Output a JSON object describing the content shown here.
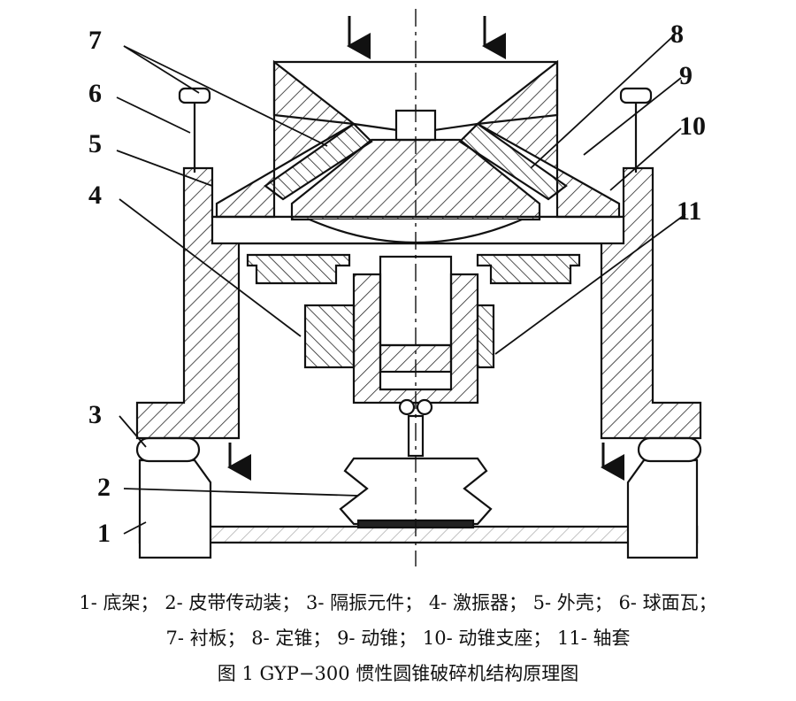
{
  "labels": {
    "n1": "1",
    "n2": "2",
    "n3": "3",
    "n4": "4",
    "n5": "5",
    "n6": "6",
    "n7": "7",
    "n8": "8",
    "n9": "9",
    "n10": "10",
    "n11": "11"
  },
  "legend": {
    "line1": "1- 底架； 2- 皮带传动装； 3- 隔振元件； 4- 激振器； 5- 外壳； 6- 球面瓦；",
    "line2": "7- 衬板； 8- 定锥； 9- 动锥； 10- 动锥支座； 11- 轴套"
  },
  "figure_title": "图 1  GYP−300 惯性圆锥破碎机结构原理图"
}
